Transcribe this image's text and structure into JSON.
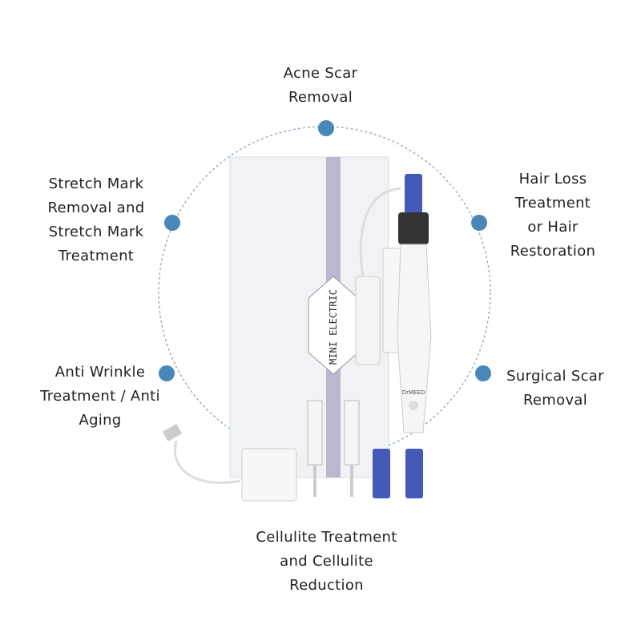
{
  "labels": {
    "top": [
      "Acne Scar",
      "Removal"
    ],
    "upper_left": [
      "Stretch Mark",
      "Removal and",
      "Stretch Mark",
      "Treatment"
    ],
    "upper_right": [
      "Hair Loss",
      "Treatment",
      "or Hair",
      "Restoration"
    ],
    "lower_left": [
      "Anti Wrinkle",
      "Treatment / Anti",
      "Aging"
    ],
    "lower_right": [
      "Surgical Scar",
      "Removal"
    ],
    "bottom": [
      "Cellulite Treatment",
      "and Cellulite",
      "Reduction"
    ]
  },
  "product": {
    "box_logo": "MINI ELECTRIC",
    "pen_brand": "DrMEED"
  },
  "colors": {
    "dot": "#4a87b9",
    "circle": "#8aa6c2",
    "cartridge": "#4459b8"
  }
}
